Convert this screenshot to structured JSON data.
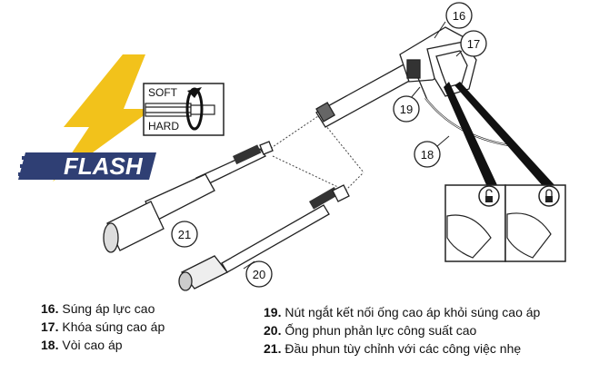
{
  "logo": {
    "word": "FLASH",
    "colors": {
      "bolt": "#f2c21b",
      "band": "#2f3f74"
    }
  },
  "knob": {
    "soft": "SOFT",
    "hard": "HARD"
  },
  "callouts": [
    "16",
    "17",
    "18",
    "19",
    "20",
    "21"
  ],
  "legend": [
    {
      "num": "16.",
      "text": "Súng áp lực cao"
    },
    {
      "num": "17.",
      "text": "Khóa súng cao áp"
    },
    {
      "num": "18.",
      "text": "Vòi cao áp"
    },
    {
      "num": "19.",
      "text": "Nút ngắt kết nối ống cao áp khỏi súng cao áp"
    },
    {
      "num": "20.",
      "text": "Ống phun phản lực công suất cao"
    },
    {
      "num": "21.",
      "text": "Đầu phun tùy chỉnh với các công việc nhẹ"
    }
  ]
}
